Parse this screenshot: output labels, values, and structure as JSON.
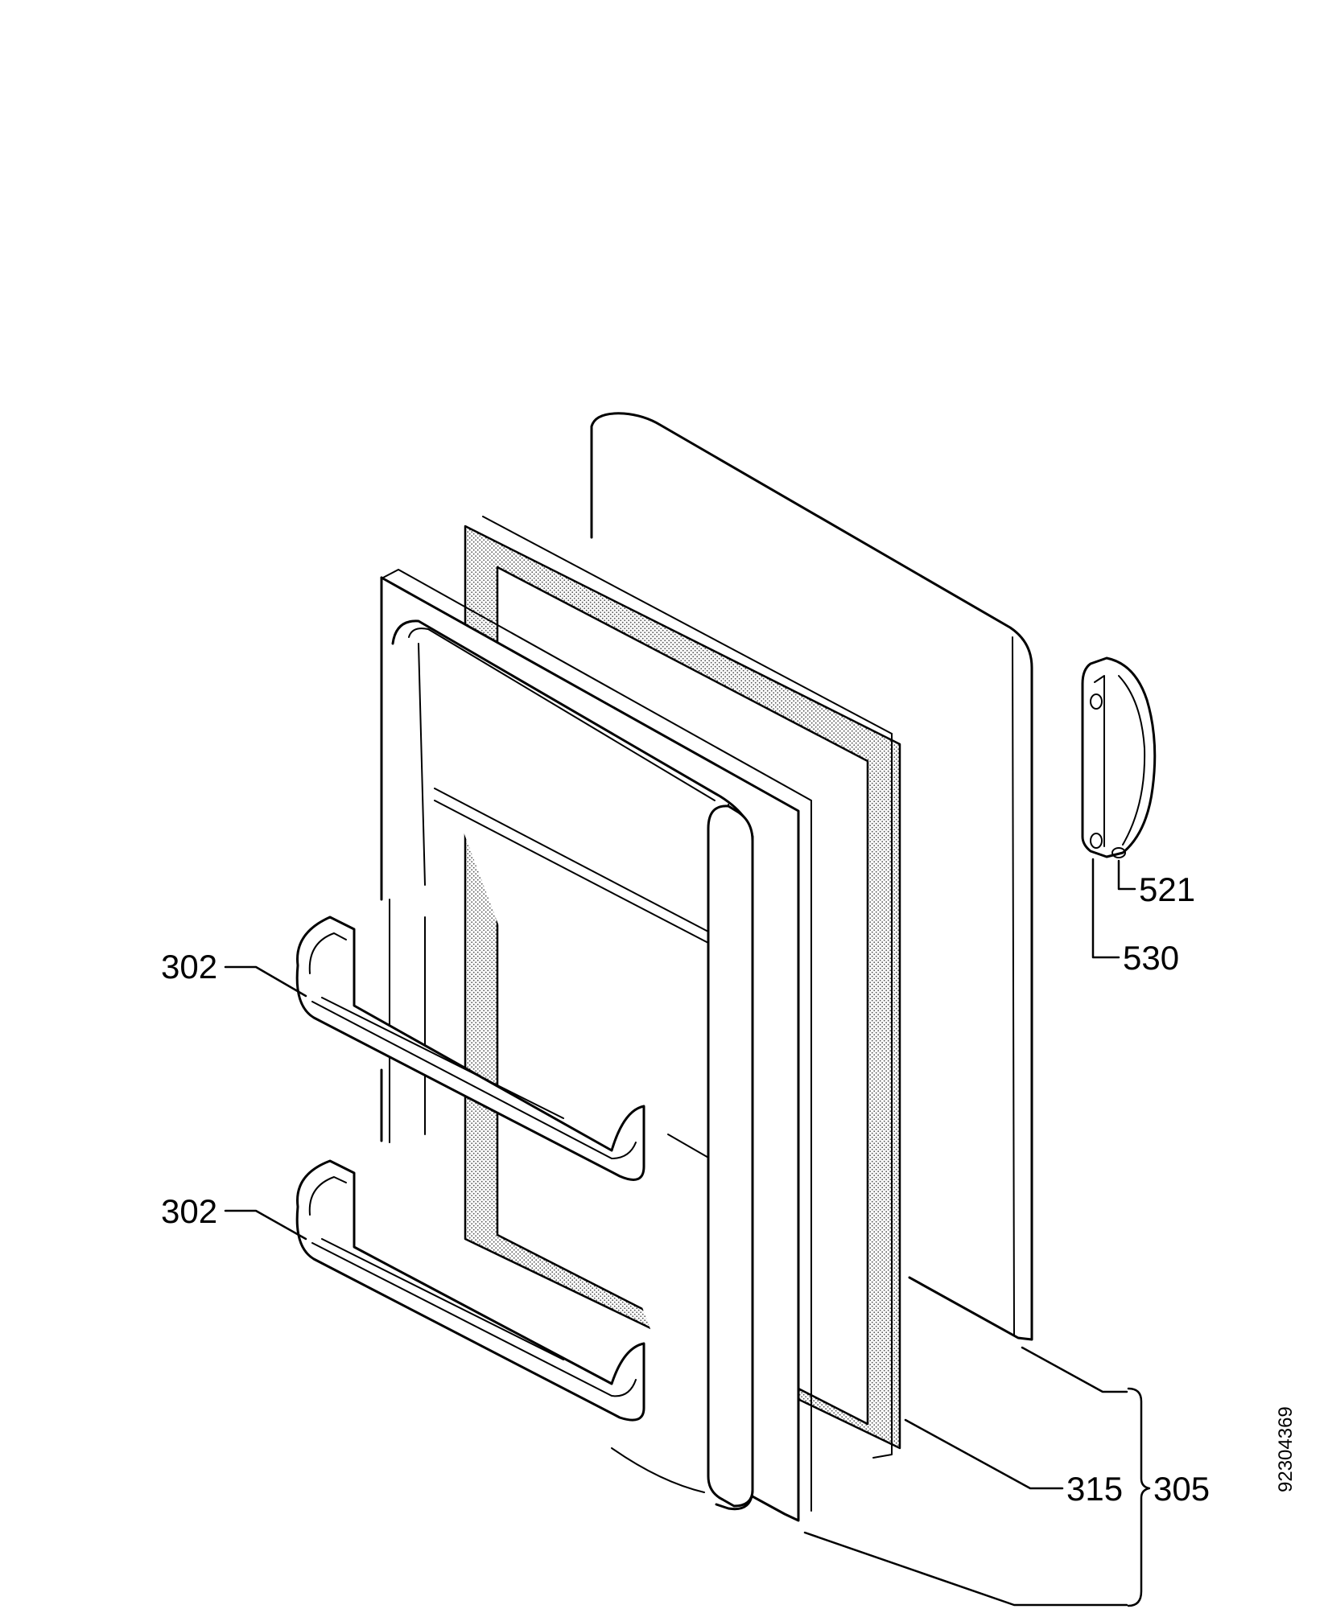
{
  "callouts": {
    "handle_upper": "302",
    "handle_lower": "302",
    "handle_small": "530",
    "screw_cap": "521",
    "door_gasket": "315",
    "door_assembly": "305"
  },
  "document_id": "92304369"
}
